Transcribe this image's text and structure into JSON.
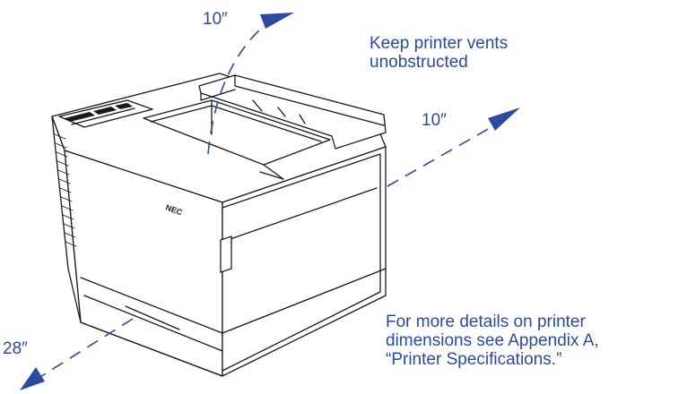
{
  "labels": {
    "clearance_top": "10″",
    "clearance_side": "10″",
    "clearance_front": "28″",
    "vents_note": [
      "Keep printer vents",
      "unobstructed"
    ],
    "details_note": [
      "For more details on printer",
      "dimensions see Appendix A,",
      "“Printer Specifications.”"
    ],
    "brand_mark": "NEC"
  },
  "colors": {
    "annotation": "#2b4aa0",
    "drawing": "#1a1a1a",
    "background": "#ffffff"
  },
  "icons": {
    "arrows": "arrow-icon"
  }
}
